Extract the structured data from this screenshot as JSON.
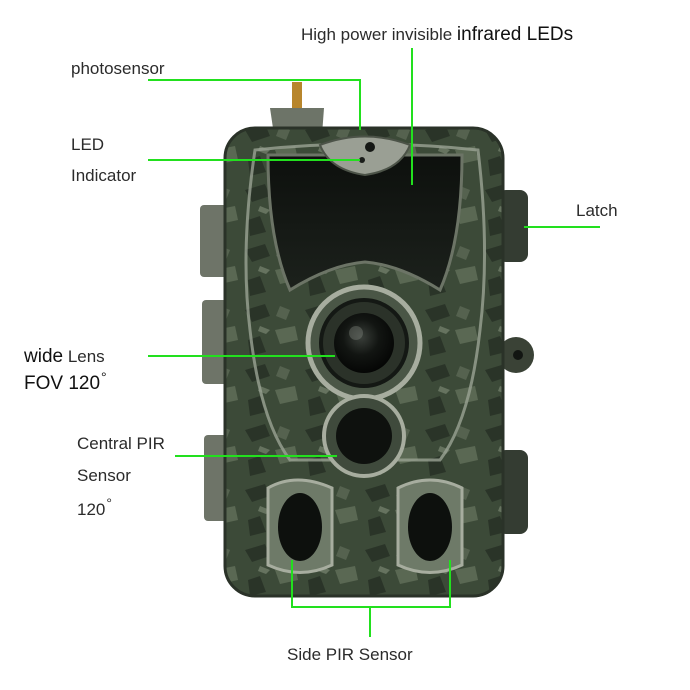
{
  "colors": {
    "leader": "#22e01e",
    "camo_base": "#3c4a38",
    "camo_dark": "#20281f",
    "camo_light": "#5f6d58",
    "trim": "#9aa294",
    "lens_glass": "#0c0f0c"
  },
  "labels": {
    "infrared_prefix": "High power invisible",
    "infrared_main": "infrared LEDs",
    "photosensor": "photosensor",
    "led_line1": "LED",
    "led_line2": "Indicator",
    "latch": "Latch",
    "lens_prefix": "wide",
    "lens_main": "Lens",
    "lens_fov": "FOV 120",
    "lens_degree": "°",
    "pir_line1": "Central PIR",
    "pir_line2": "Sensor",
    "pir_line3": "120",
    "pir_degree": "°",
    "side_pir": "Side PIR Sensor"
  }
}
